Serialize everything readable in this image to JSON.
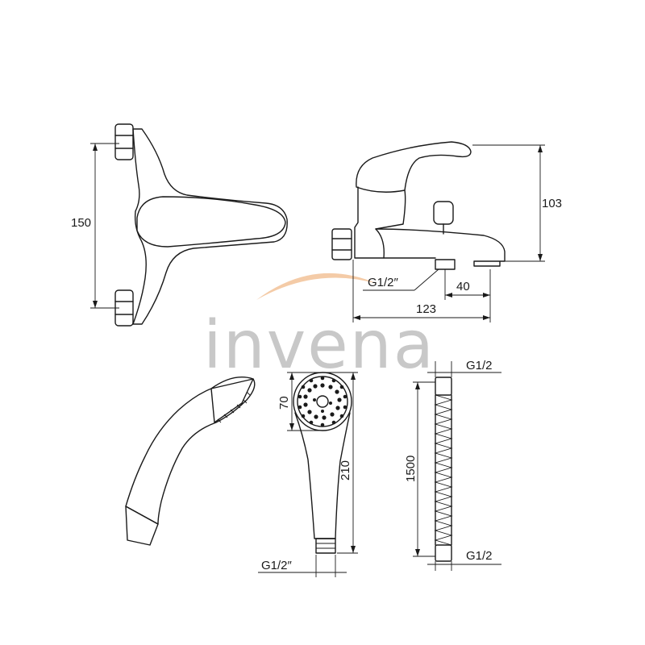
{
  "watermark": {
    "brand": "invena",
    "accent_color": "#f0b98a",
    "text_color": "#c8c8c8"
  },
  "dimensions": {
    "faucet_front_height": "150",
    "faucet_side_height": "103",
    "spout_offset": "40",
    "faucet_depth": "123",
    "faucet_inlet_thread": "G1/2″",
    "showerhead_diameter": "70",
    "showerhead_length": "210",
    "showerhead_thread": "G1/2″",
    "hose_length": "1500",
    "hose_top_thread": "G1/2",
    "hose_bottom_thread": "G1/2"
  },
  "colors": {
    "line": "#1a1a1a",
    "background": "#ffffff"
  }
}
